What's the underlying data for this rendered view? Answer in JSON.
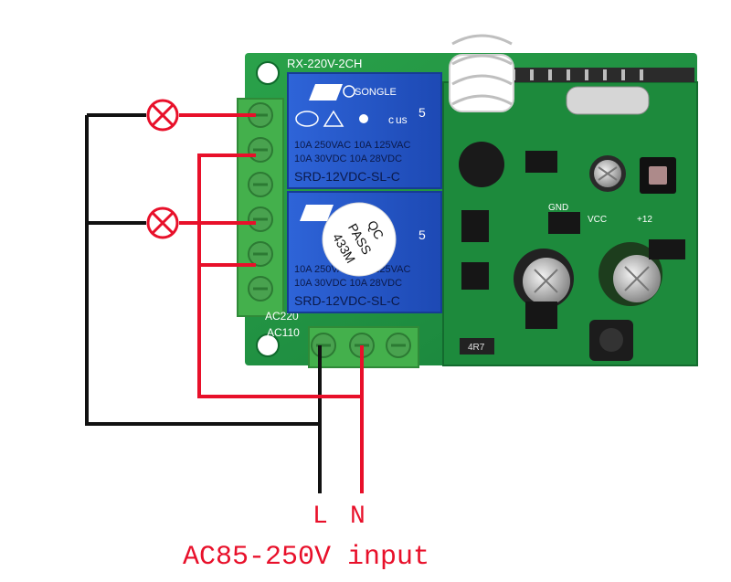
{
  "board": {
    "model_label": "RX-220V-2CH",
    "power_label_1": "AC220",
    "power_label_2": "AC110"
  },
  "relays": [
    {
      "brand": "SONGLE",
      "rating_digit": "5",
      "spec_line_1": "10A 250VAC 10A 125VAC",
      "spec_line_2": "10A 30VDC 10A 28VDC",
      "model": "SRD-12VDC-SL-C"
    },
    {
      "rating_digit": "5",
      "spec_line_1": "10A 250VAC 10A 125VAC",
      "spec_line_2": "10A 30VDC 10A 28VDC",
      "model": "SRD-12VDC-SL-C",
      "sticker_line_1": "QC",
      "sticker_line_2": "PASS",
      "sticker_line_3": "433M"
    }
  ],
  "pcb_labels": {
    "gnd": "GND",
    "vcc": "VCC",
    "plus12": "+12",
    "chip": "4R7"
  },
  "wiring": {
    "live_label": "L",
    "neutral_label": "N",
    "input_label": "AC85-250V input",
    "colors": {
      "live": "#111111",
      "neutral": "#e8102a"
    }
  },
  "lamps": [
    {
      "icon": "lamp-icon"
    },
    {
      "icon": "lamp-icon"
    }
  ],
  "colors": {
    "pcb": "#1f8f3e",
    "terminal": "#43b04b",
    "relay": "#2456c9",
    "wire_black": "#111111",
    "wire_red": "#e8102a"
  }
}
